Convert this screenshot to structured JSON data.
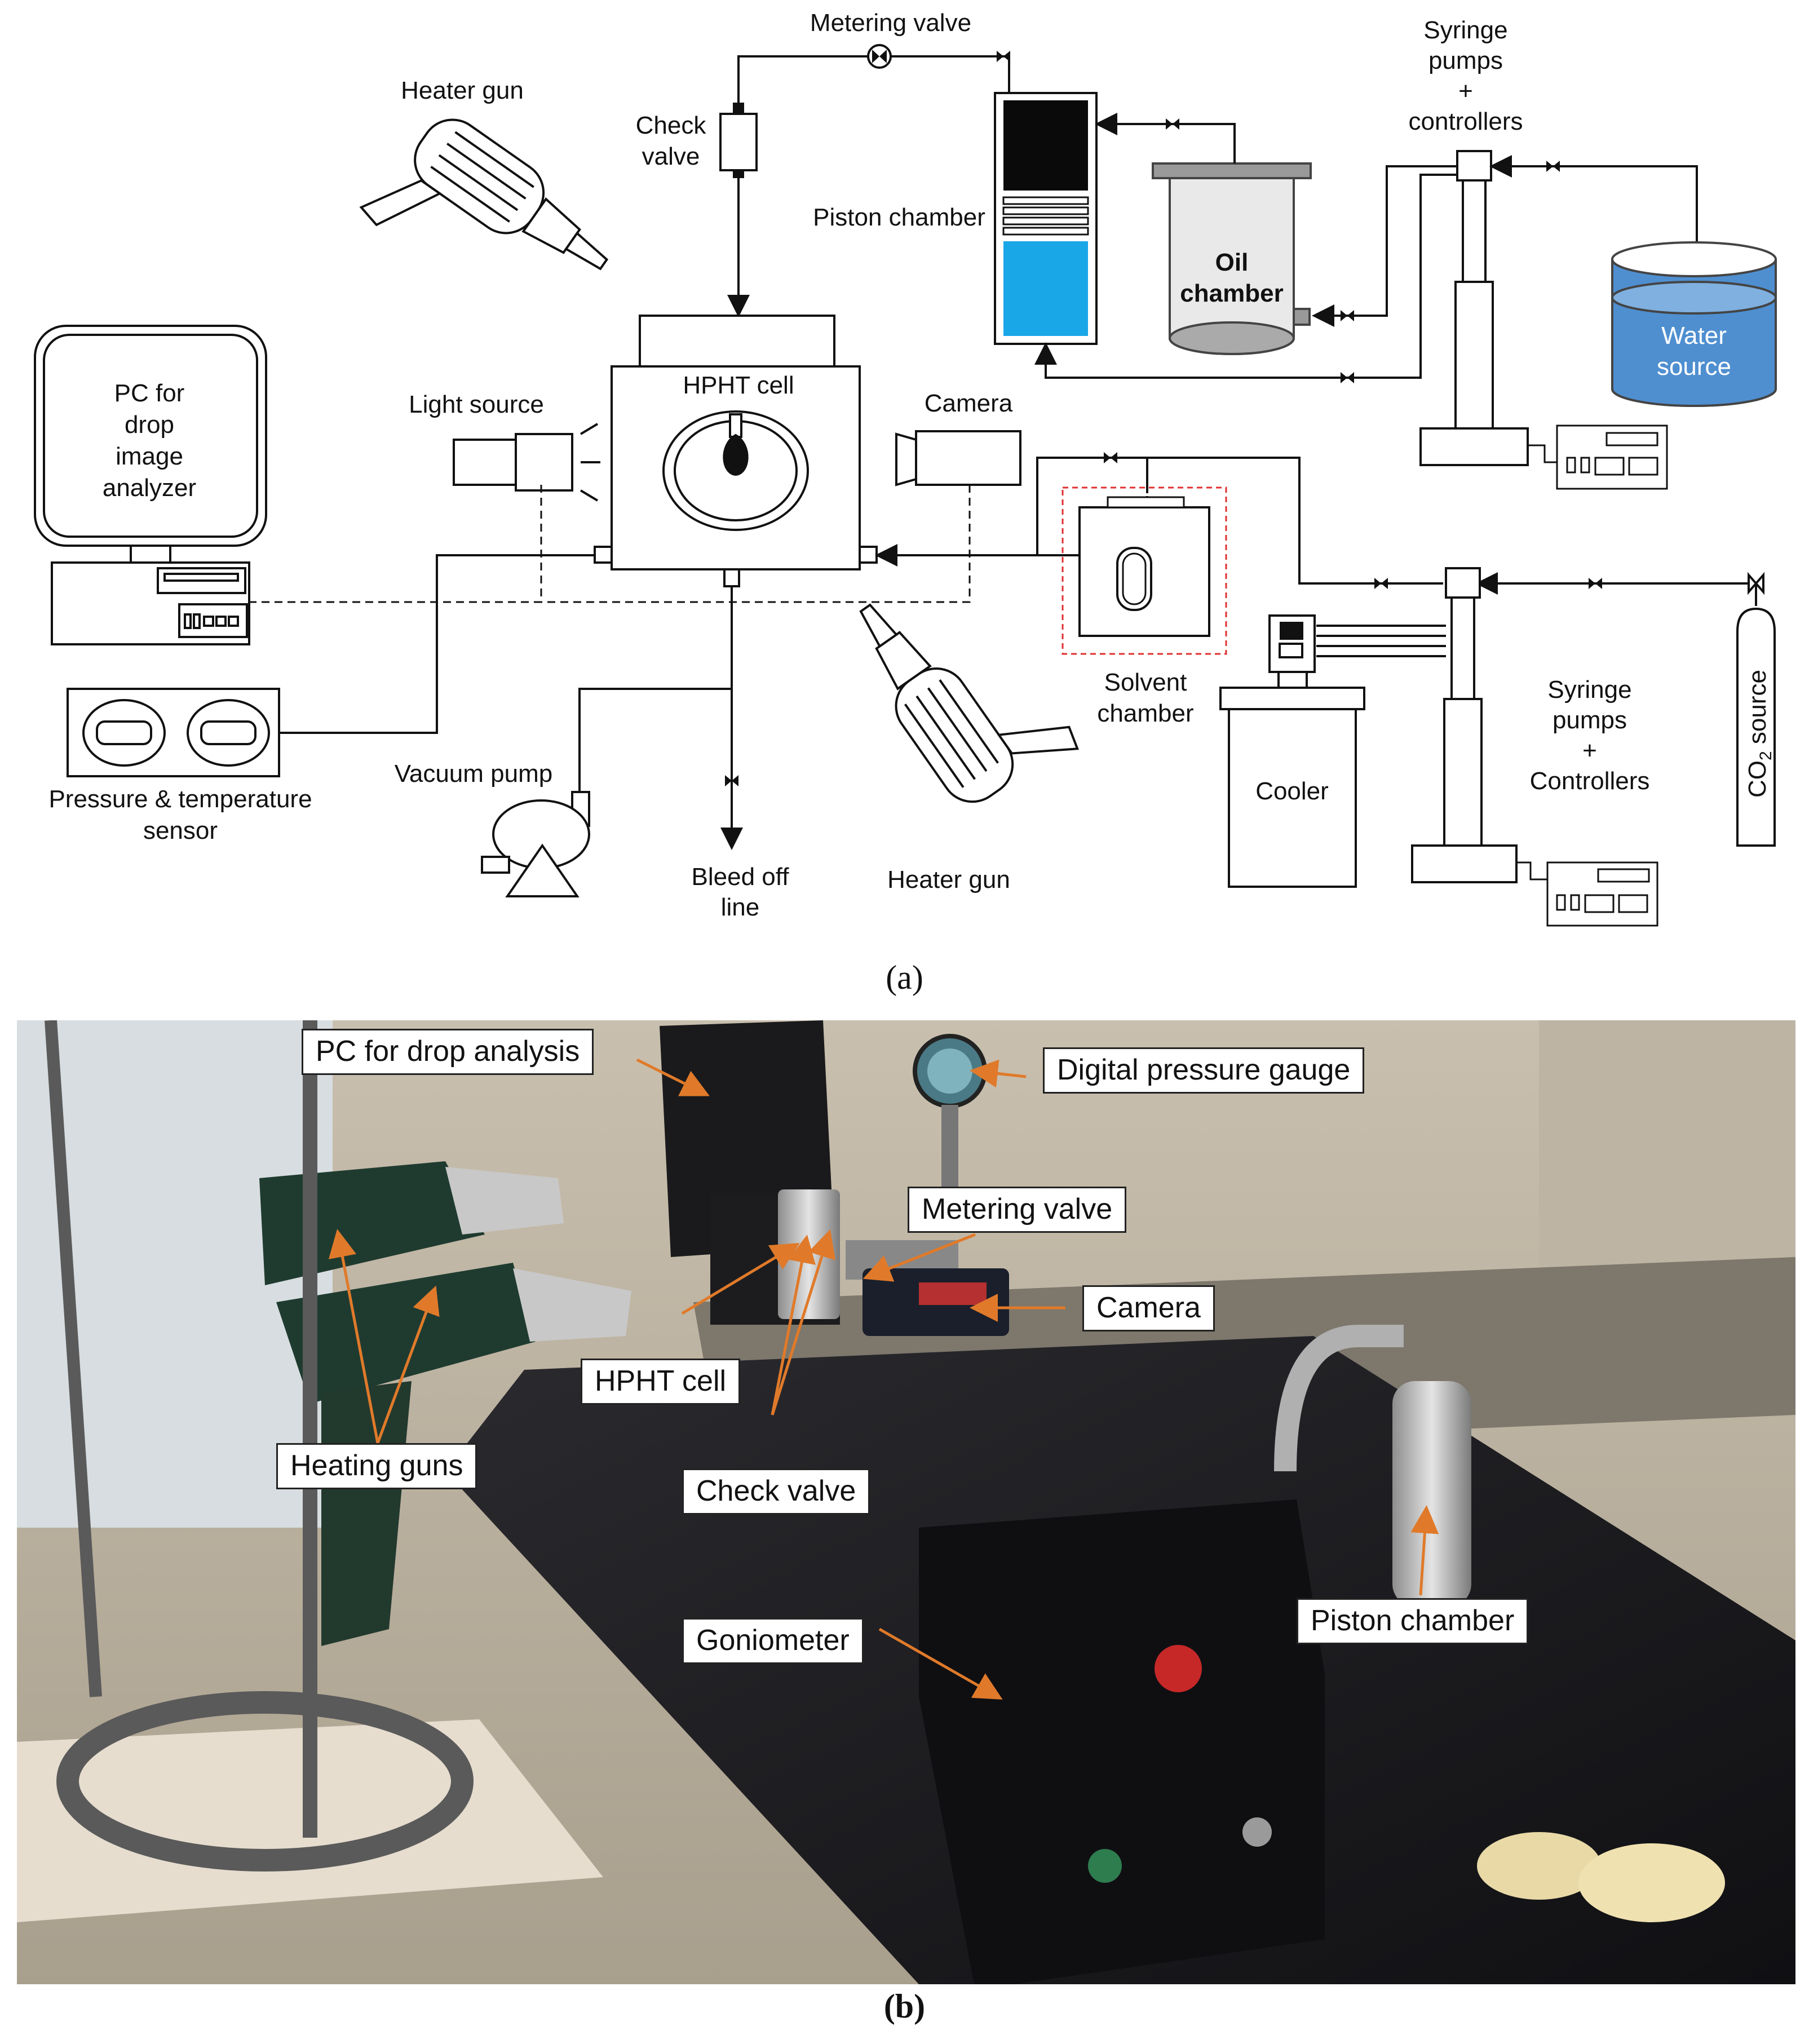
{
  "panel_a": {
    "caption": "(a)",
    "labels": {
      "metering_valve": "Metering valve",
      "heater_gun_top": "Heater gun",
      "check_valve_l1": "Check",
      "check_valve_l2": "valve",
      "piston_chamber": "Piston chamber",
      "oil_l1": "Oil",
      "oil_l2": "chamber",
      "syringe_top_l1": "Syringe",
      "syringe_top_l2": "pumps",
      "syringe_top_l3": "+",
      "syringe_top_l4": "controllers",
      "water_l1": "Water",
      "water_l2": "source",
      "pc_l1": "PC for",
      "pc_l2": "drop",
      "pc_l3": "image",
      "pc_l4": "analyzer",
      "light_source": "Light source",
      "hpht_cell": "HPHT cell",
      "camera": "Camera",
      "solvent_l1": "Solvent",
      "solvent_l2": "chamber",
      "pressure_l1": "Pressure & temperature",
      "pressure_l2": "sensor",
      "vacuum_pump": "Vacuum pump",
      "bleed_l1": "Bleed off",
      "bleed_l2": "line",
      "heater_gun_bottom": "Heater gun",
      "cooler": "Cooler",
      "syringe_bot_l1": "Syringe",
      "syringe_bot_l2": "pumps",
      "syringe_bot_l3": "+",
      "syringe_bot_l4": "Controllers",
      "co2_prefix": "CO",
      "co2_sub": "2",
      "co2_suffix": " source"
    }
  },
  "panel_b": {
    "caption": "(b)",
    "callouts": {
      "pc": "PC for drop analysis",
      "digital_gauge": "Digital pressure gauge",
      "metering_valve": "Metering valve",
      "camera": "Camera",
      "hpht_cell": "HPHT cell",
      "heating_guns": "Heating guns",
      "check_valve": "Check valve",
      "goniometer": "Goniometer",
      "piston_chamber": "Piston chamber"
    }
  },
  "colors": {
    "water_blue": "#1aa7e8",
    "water_source_blue": "#4f8fd0",
    "solvent_dash_red": "#e03030",
    "callout_arrow": "#e07a2a"
  }
}
